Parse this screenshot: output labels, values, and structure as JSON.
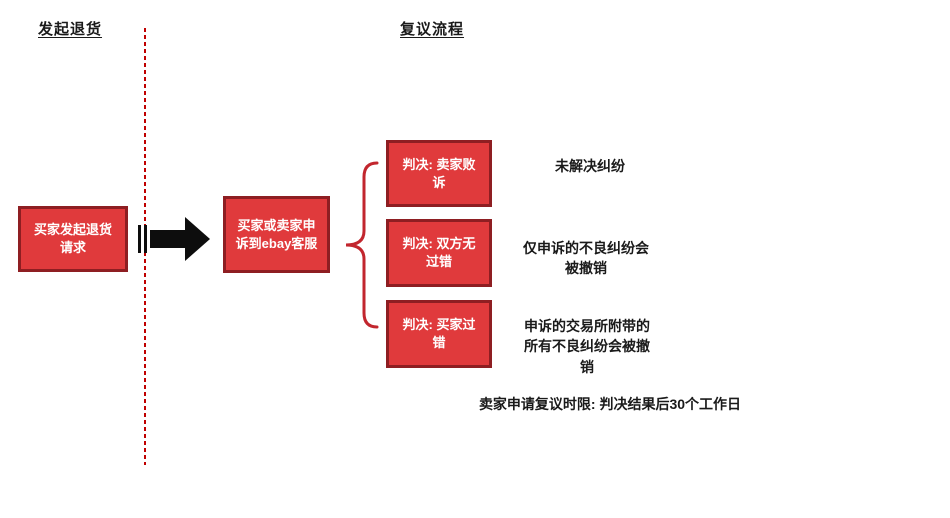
{
  "headers": {
    "left": "发起退货",
    "center": "复议流程"
  },
  "flow": {
    "start_box": {
      "label": "买家发起退货\n请求"
    },
    "middle_box": {
      "label": "买家或卖家申\n诉到ebay客服"
    },
    "outcomes": [
      {
        "box_label": "判决: 卖家败\n诉",
        "note": "未解决纠纷"
      },
      {
        "box_label": "判决: 双方无\n过错",
        "note": "仅申诉的不良纠纷会\n被撤销"
      },
      {
        "box_label": "判决: 买家过\n错",
        "note": "申诉的交易所附带的\n所有不良纠纷会被撤\n销"
      }
    ],
    "footer_note": "卖家申请复议时限: 判决结果后30个工作日"
  },
  "icons": {
    "arrow": "striped-right-arrow",
    "brace": "left-curly-brace"
  },
  "colors": {
    "box_fill": "#e03a3c",
    "box_border": "#8e1e22",
    "box_text": "#ffffff",
    "divider_red": "#c00000",
    "brace_red": "#c2262e",
    "arrow_black": "#0d0d0d",
    "text": "#1a1a1a",
    "background": "#ffffff"
  }
}
